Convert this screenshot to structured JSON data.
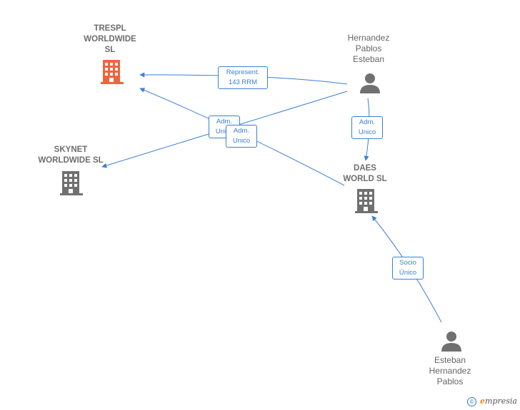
{
  "nodes": {
    "trespl": {
      "label": "TRESPL\nWORLDWIDE\nSL",
      "type": "company",
      "color": "#f0643c"
    },
    "skynet": {
      "label": "SKYNET\nWORLDWIDE SL",
      "type": "company",
      "color": "#707070"
    },
    "daes": {
      "label": "DAES\nWORLD SL",
      "type": "company",
      "color": "#707070"
    },
    "person1": {
      "label": "Hernandez\nPablos\nEsteban",
      "type": "person",
      "color": "#707070"
    },
    "person2": {
      "label": "Esteban\nHernandez\nPablos",
      "type": "person",
      "color": "#707070"
    }
  },
  "edges": {
    "represent": {
      "label": "Represent.\n143 RRM"
    },
    "adm1": {
      "label": "Adm.\nUnico"
    },
    "adm2": {
      "label": "Adm.\nUnico"
    },
    "adm3": {
      "label": "Adm.\nUnico"
    },
    "socio": {
      "label": "Socio\nÚnico"
    }
  },
  "colors": {
    "edge": "#3b7fd4"
  },
  "footer": {
    "copyright": "©",
    "brand_initial": "e",
    "brand_rest": "mpresia"
  }
}
